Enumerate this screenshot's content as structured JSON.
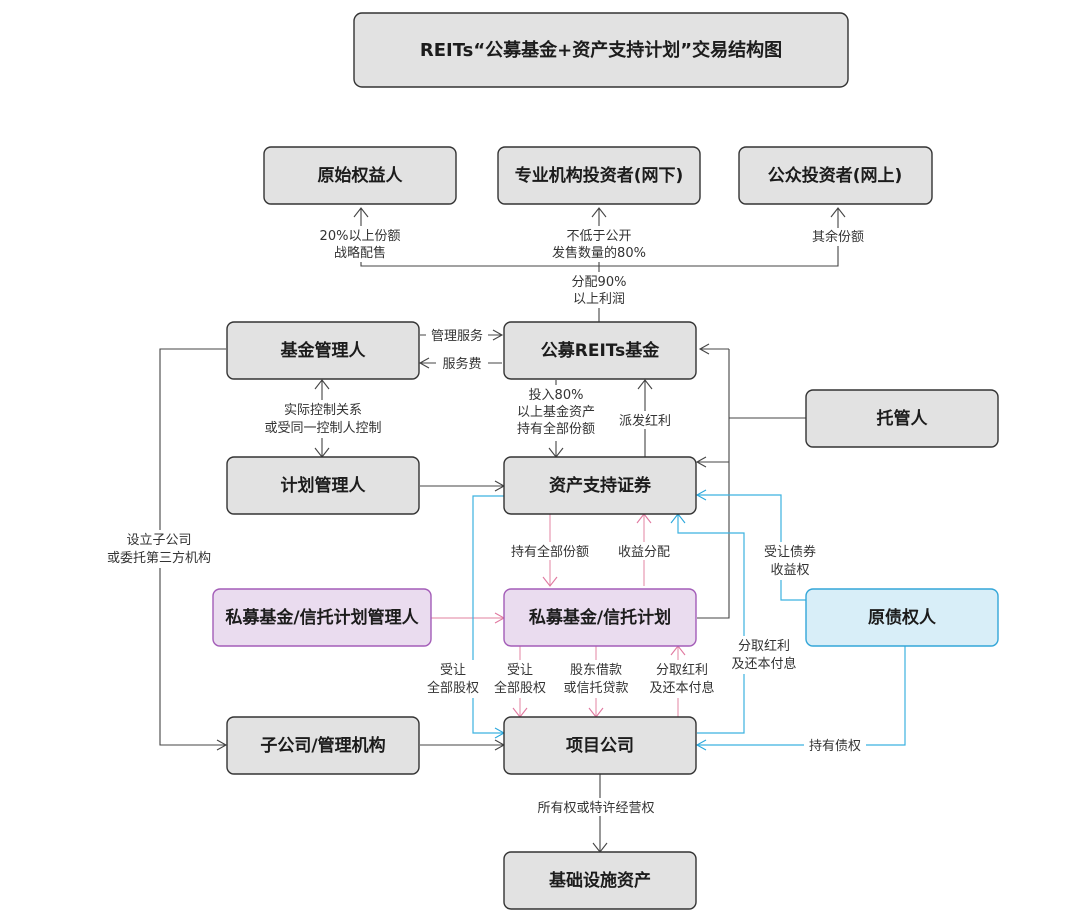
{
  "title": "REITs“公募基金+资产支持计划”交易结构图",
  "nodes": {
    "original_owner": "原始权益人",
    "pro_investor": "专业机构投资者(网下)",
    "public_investor": "公众投资者(网上)",
    "fund_manager": "基金管理人",
    "reits_fund": "公募REITs基金",
    "custodian": "托管人",
    "plan_manager": "计划管理人",
    "abs": "资产支持证券",
    "pe_manager": "私募基金/信托计划管理人",
    "pe_fund": "私募基金/信托计划",
    "original_creditor": "原债权人",
    "subsidiary": "子公司/管理机构",
    "project_co": "项目公司",
    "infra_asset": "基础设施资产"
  },
  "labels": {
    "strategic_1": "20%以上份额",
    "strategic_2": "战略配售",
    "offline_1": "不低于公开",
    "offline_2": "发售数量的80%",
    "remaining": "其余份额",
    "distribute_1": "分配90%",
    "distribute_2": "以上利润",
    "mgmt_service": "管理服务",
    "service_fee": "服务费",
    "control_1": "实际控制关系",
    "control_2": "或受同一控制人控制",
    "invest_1": "投入80%",
    "invest_2": "以上基金资产",
    "invest_3": "持有全部份额",
    "dividend": "派发红利",
    "setup_1": "设立子公司",
    "setup_2": "或委托第三方机构",
    "hold_all": "持有全部份额",
    "income_dist": "收益分配",
    "transfer_debt_1": "受让债券",
    "transfer_debt_2": "收益权",
    "transfer_equity_1": "受让",
    "transfer_equity_2": "全部股权",
    "transfer_all_1": "受让",
    "transfer_all_2": "全部股权",
    "loan_1": "股东借款",
    "loan_2": "或信托贷款",
    "dividend_repay_1": "分取红利",
    "dividend_repay_2": "及还本付息",
    "dividend_repay_b1": "分取红利",
    "dividend_repay_b2": "及还本付息",
    "hold_debt": "持有债权",
    "ownership": "所有权或特许经营权"
  }
}
